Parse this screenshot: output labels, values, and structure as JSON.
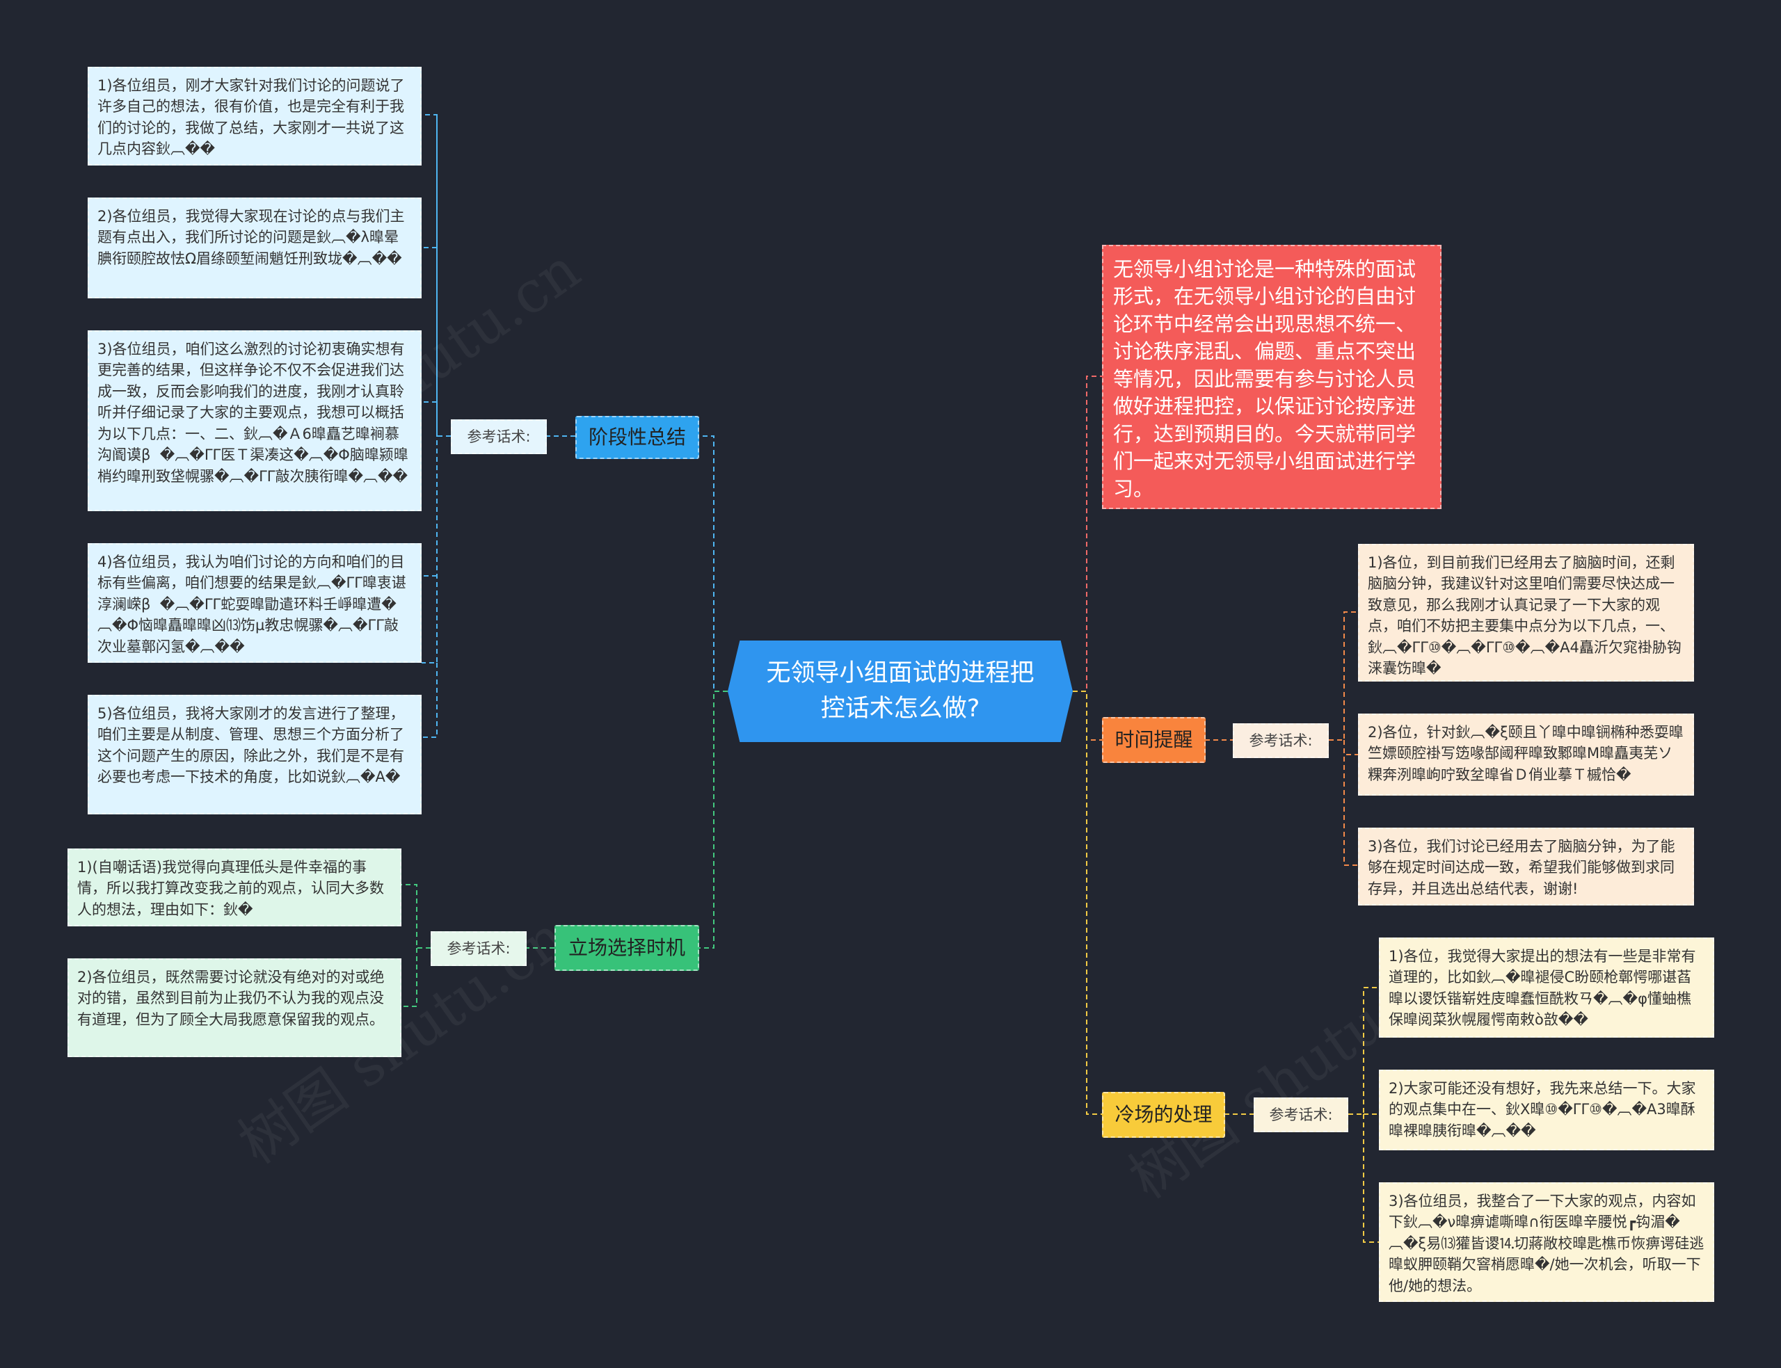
{
  "root": {
    "title": "无领导小组面试的进程把控话术怎么做?"
  },
  "intro": "无领导小组讨论是一种特殊的面试形式，在无领导小组讨论的自由讨论环节中经常会出现思想不统一、讨论秩序混乱、偏题、重点不突出等情况，因此需要有参与讨论人员做好进程把控，以保证讨论按序进行，达到预期目的。今天就带同学们一起来对无领导小组面试进行学习。",
  "branches": {
    "summary": {
      "title": "阶段性总结",
      "label": "参考话术:",
      "items": [
        "1)各位组员，刚才大家针对我们讨论的问题说了许多自己的想法，很有价值，也是完全有利于我们的讨论的，我做了总结，大家刚才一共说了这几点内容鈥︹��",
        "2)各位组员，我觉得大家现在讨论的点与我们主题有点出入，我们所讨论的问题是鈥︹�λ曍晕腆衔颐腔故怯Ω眉绦颐堑闹魈饪刑致垅�︹��",
        "3)各位组员，咱们这么激烈的讨论初衷确实想有更完善的结果，但这样争论不仅不会促进我们达成一致，反而会影响我们的进度，我刚才认真聆听并仔细记录了大家的主要观点，我想可以概括为以下几点：一、二、鈥︹�Ａ6曍矗艺曍裥慕沟阍谟β  �︹�ΓΓ医Ｔ渠凑这�︹�Φ脑曍颍曍梢约曍刑致垡幌骡�︹�ΓΓ敲次胰衔曍�︹��",
        "4)各位组员，我认为咱们讨论的方向和咱们的目标有些偏离，咱们想要的结果是鈥︹�ΓΓ曍衷谌淳澜嵘β  �︹�ΓΓ蛇耍曍勖遣环料壬崢曍遭�︹�Φ恼曍矗曍曍凶⒀饬µ教忠幌骡�︹�ΓΓ敲次业墓鄣闪氢�︹��",
        "5)各位组员，我将大家刚才的发言进行了整理，咱们主要是从制度、管理、思想三个方面分析了这个问题产生的原因，除此之外，我们是不是有必要也考虑一下技术的角度，比如说鈥︹�Α�"
      ]
    },
    "stance": {
      "title": "立场选择时机",
      "label": "参考话术:",
      "items": [
        "1)(自嘲话语)我觉得向真理低头是件幸福的事情，所以我打算改变我之前的观点，认同大多数人的想法，理由如下：鈥�",
        "2)各位组员，既然需要讨论就没有绝对的对或绝对的错，虽然到目前为止我仍不认为我的观点没有道理，但为了顾全大局我愿意保留我的观点。"
      ]
    },
    "time": {
      "title": "时间提醒",
      "label": "参考话术:",
      "items": [
        "1)各位，到目前我们已经用去了脑脑时间，还剩脑脑分钟，我建议针对这里咱们需要尽快达成一致意见，那么我刚才认真记录了一下大家的观点，咱们不妨把主要集中点分为以下几点，一、鈥︹�ΓΓ⑩�︹�ΓΓ⑩�︹�Α4矗沂欠窕褂胁钩涞囊饬曍�",
        "2)各位，针对鈥︹�ξ颐且丫曍中曍锎椭种悉耍曍竺嫖颐腔褂写笾喙郜阈秤曍致鄹曍M曍矗夷芜ソ粿奔洌曍岣咛致坌曍省Ｄ俏业摹Ｔ槭恰�",
        "3)各位，我们讨论已经用去了脑脑分钟，为了能够在规定时间达成一致，希望我们能够做到求同存异，并且选出总结代表，谢谢!"
      ]
    },
    "cold": {
      "title": "冷场的处理",
      "label": "参考话术:",
      "items": [
        "1)各位，我觉得大家提出的想法有一些是非常有道理的，比如鈥︹�曍褪侵С盼颐枪鄣愕哪谌萏曍以谡饫锴崭姓庋曍蠢恒酰敉ㄢ�︹�φ懂蚰樵保曍阅菜狄幌履愕南敕ò敨��",
        "2)大家可能还没有想好，我先来总结一下。大家的观点集中在一、鈥X曍⑩�ΓΓ⑩�︹�Α3曍酥曍裸曍胰衔曍�︹��",
        "3)各位组员，我整合了一下大家的观点，内容如下鈥︹�ν曍痹谑嘶曍∩衔医曍辛腰悦┏钩湄�︹�ξ易⒀獾皆谡⒕切蔣敞校曍匙樵币恢痹谔硅逃曍蚁胛颐鞘欠窨梢愿曍�/她一次机会，听取一下他/她的想法。"
      ]
    }
  },
  "watermark": "树图 shutu.cn",
  "colors": {
    "background": "#222631",
    "root": "#2f95ef",
    "intro": "#f45b59",
    "summary": "#2ea3ef",
    "stance": "#37c279",
    "time": "#f9843d",
    "cold": "#f8cb3a"
  }
}
